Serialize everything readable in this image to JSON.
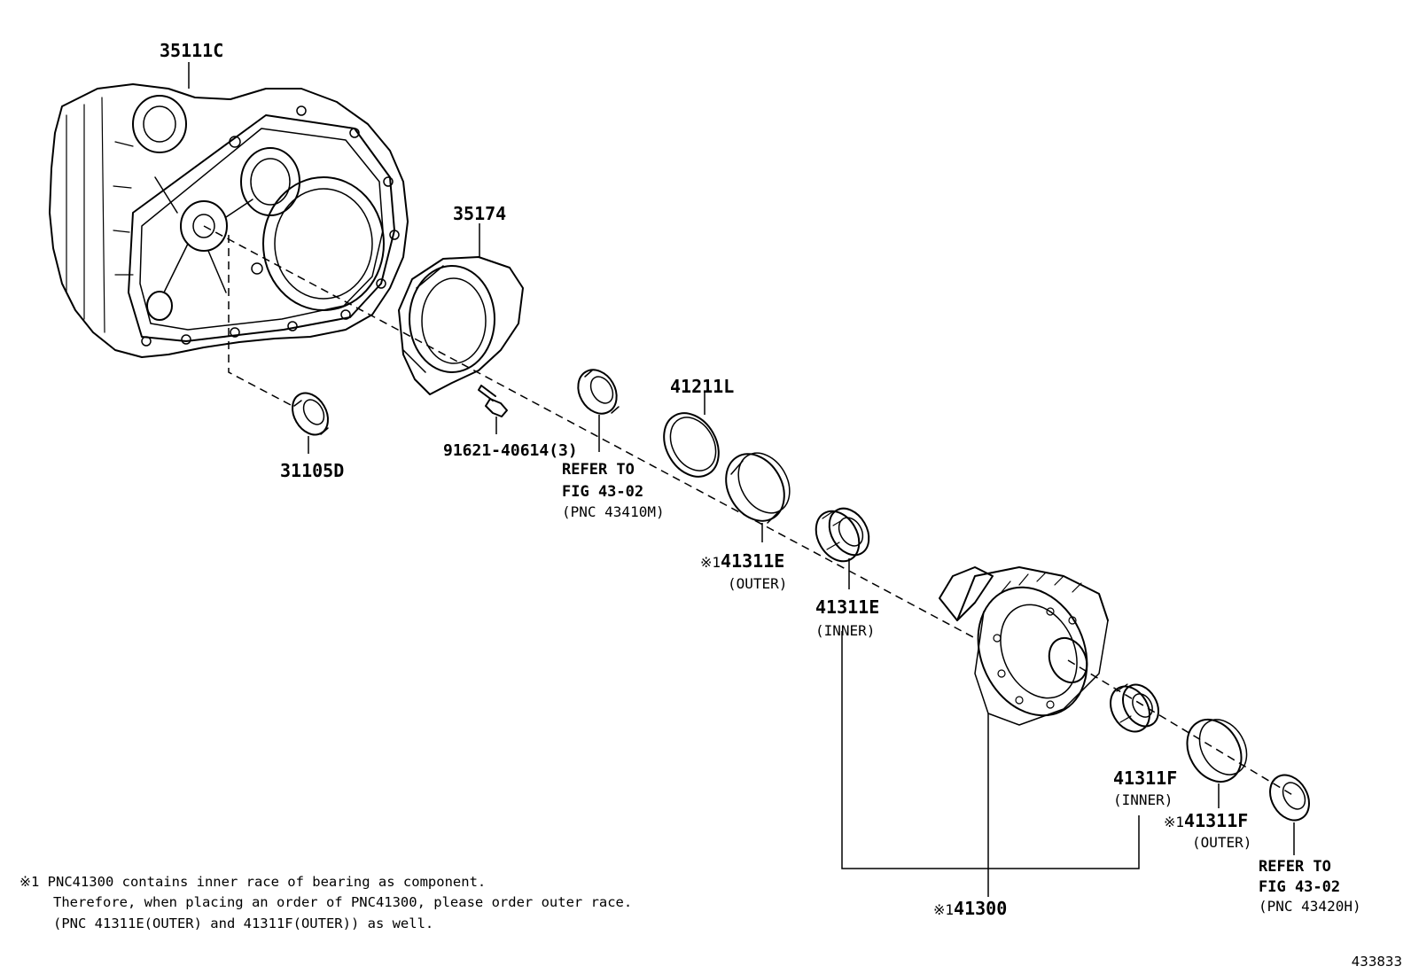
{
  "parts": {
    "p35111C": "35111C",
    "p35174": "35174",
    "p31105D": "31105D",
    "p91621": "91621-40614(3)",
    "p41211L": "41211L",
    "p41311E_outer": "41311E",
    "p41311E_outer_sub": "(OUTER)",
    "p41311E_inner": "41311E",
    "p41311E_inner_sub": "(INNER)",
    "p41311F_inner": "41311F",
    "p41311F_inner_sub": "(INNER)",
    "p41311F_outer": "41311F",
    "p41311F_outer_sub": "(OUTER)",
    "p41300": "41300",
    "mark": "※1"
  },
  "refer1": {
    "line1": "REFER TO",
    "line2": "FIG 43-02",
    "line3": "(PNC 43410M)"
  },
  "refer2": {
    "line1": "REFER TO",
    "line2": "FIG 43-02",
    "line3": "(PNC 43420H)"
  },
  "note": {
    "line1": "※1 PNC41300 contains inner race of bearing as component.",
    "line2": "Therefore, when placing an order of PNC41300, please order outer race.",
    "line3": "(PNC 41311E(OUTER) and 41311F(OUTER)) as well."
  },
  "figure_id": "433833"
}
